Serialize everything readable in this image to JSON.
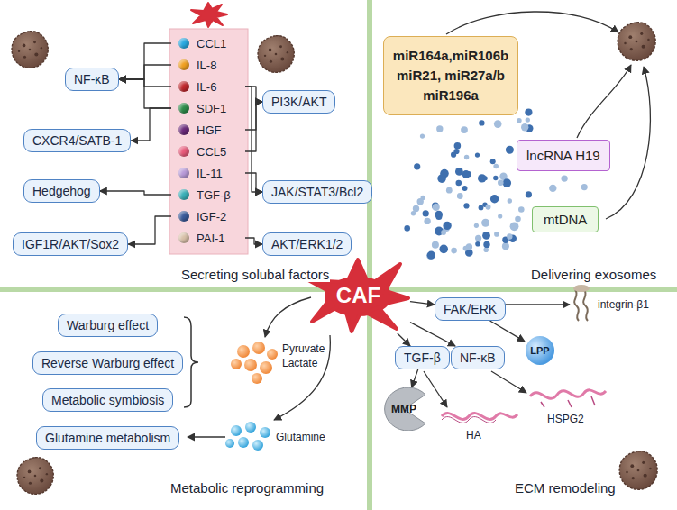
{
  "diagram": {
    "nodes": [
      {
        "text": [
          "NF-κB"
        ]
      },
      {
        "text": [
          "CXCR4/SATB-1"
        ]
      },
      {
        "text": [
          "Hedgehog"
        ]
      },
      {
        "text": [
          "IGF1R/AKT/Sox2"
        ]
      },
      {
        "text": [
          "CCL1"
        ]
      },
      {
        "text": [
          "IL-8"
        ]
      },
      {
        "text": [
          "IL-6"
        ]
      },
      {
        "text": [
          "SDF1"
        ]
      },
      {
        "text": [
          "HGF"
        ]
      },
      {
        "text": [
          "CCL5"
        ]
      },
      {
        "text": [
          "IL-11"
        ]
      },
      {
        "text": [
          "TGF-β"
        ]
      },
      {
        "text": [
          "IGF-2"
        ]
      },
      {
        "text": [
          "PAI-1"
        ]
      },
      {
        "text": [
          "PI3K/AKT"
        ]
      },
      {
        "text": [
          "JAK/STAT3/Bcl2"
        ]
      },
      {
        "text": [
          "AKT/ERK1/2"
        ]
      },
      {
        "text": [
          "miR164a,miR106b miR21, miR27a/b miR196a"
        ]
      },
      {
        "text": [
          "lncRNA H19"
        ]
      },
      {
        "text": [
          "mtDNA"
        ]
      },
      {
        "text": [
          "CAF"
        ]
      },
      {
        "text": [
          "Warburg effect"
        ]
      },
      {
        "text": [
          "Reverse Warburg effect"
        ]
      },
      {
        "text": [
          "Metabolic symbiosis"
        ]
      },
      {
        "text": [
          "Glutamine metabolism"
        ]
      },
      {
        "text": [
          "FAK/ERK"
        ]
      },
      {
        "text": [
          "TGF-β"
        ]
      },
      {
        "text": [
          "NF-κB"
        ]
      },
      {
        "text": [
          "MMP"
        ]
      },
      {
        "text": [
          "LPP"
        ]
      }
    ],
    "edges": [
      {
        "from": 4,
        "to": 0,
        "arrow": "to"
      },
      {
        "from": 5,
        "to": 0,
        "arrow": "to"
      },
      {
        "from": 6,
        "to": 0,
        "arrow": "to"
      },
      {
        "from": 7,
        "to": 0,
        "arrow": "to"
      },
      {
        "from": 7,
        "to": 1,
        "arrow": "to"
      },
      {
        "from": 11,
        "to": 2,
        "arrow": "to"
      },
      {
        "from": 12,
        "to": 3,
        "arrow": "to"
      },
      {
        "from": 6,
        "to": 14,
        "arrow": "to"
      },
      {
        "from": 8,
        "to": 14,
        "arrow": "to"
      },
      {
        "from": 9,
        "to": 14,
        "arrow": "to"
      },
      {
        "from": 6,
        "to": 15,
        "arrow": "to"
      },
      {
        "from": 10,
        "to": 15,
        "arrow": "to"
      },
      {
        "from": 13,
        "to": 16,
        "arrow": "to"
      },
      {
        "from": 20,
        "to": 25,
        "arrow": "to"
      },
      {
        "from": 20,
        "to": 26,
        "arrow": "to"
      },
      {
        "from": 20,
        "to": 27,
        "arrow": "to"
      },
      {
        "from": 25,
        "to": 29,
        "arrow": "to"
      },
      {
        "from": 26,
        "to": 28,
        "arrow": "to"
      }
    ],
    "labels": [
      "Secreting solubal factors",
      "Delivering exosomes",
      "Pyruvate",
      "Lactate",
      "Glutamine",
      "Metabolic reprogramming",
      "integrin-β1",
      "HA",
      "HSPG2",
      "ECM remodeling"
    ]
  }
}
